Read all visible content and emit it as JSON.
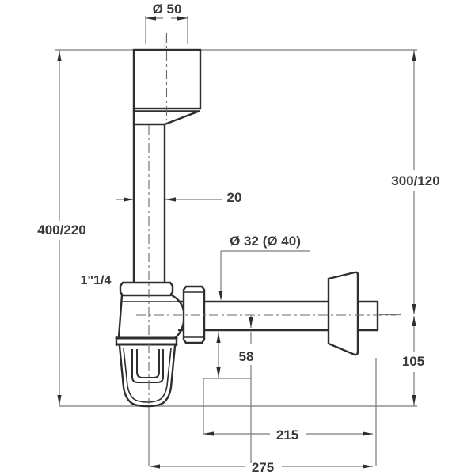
{
  "drawing": {
    "labels": {
      "dia_top": "Ø 50",
      "height_left": "400/220",
      "height_right": "300/120",
      "tube_width": "20",
      "dia_outlet": "Ø 32 (Ø 40)",
      "thread": "1\"1/4",
      "offset_outlet": "58",
      "height_outlet": "105",
      "width_inner": "215",
      "width_total": "275"
    },
    "colors": {
      "background": "#ffffff",
      "outline": "#2e2e2e",
      "dimension_line": "#7a7a7a",
      "text": "#3a3a3a"
    }
  }
}
